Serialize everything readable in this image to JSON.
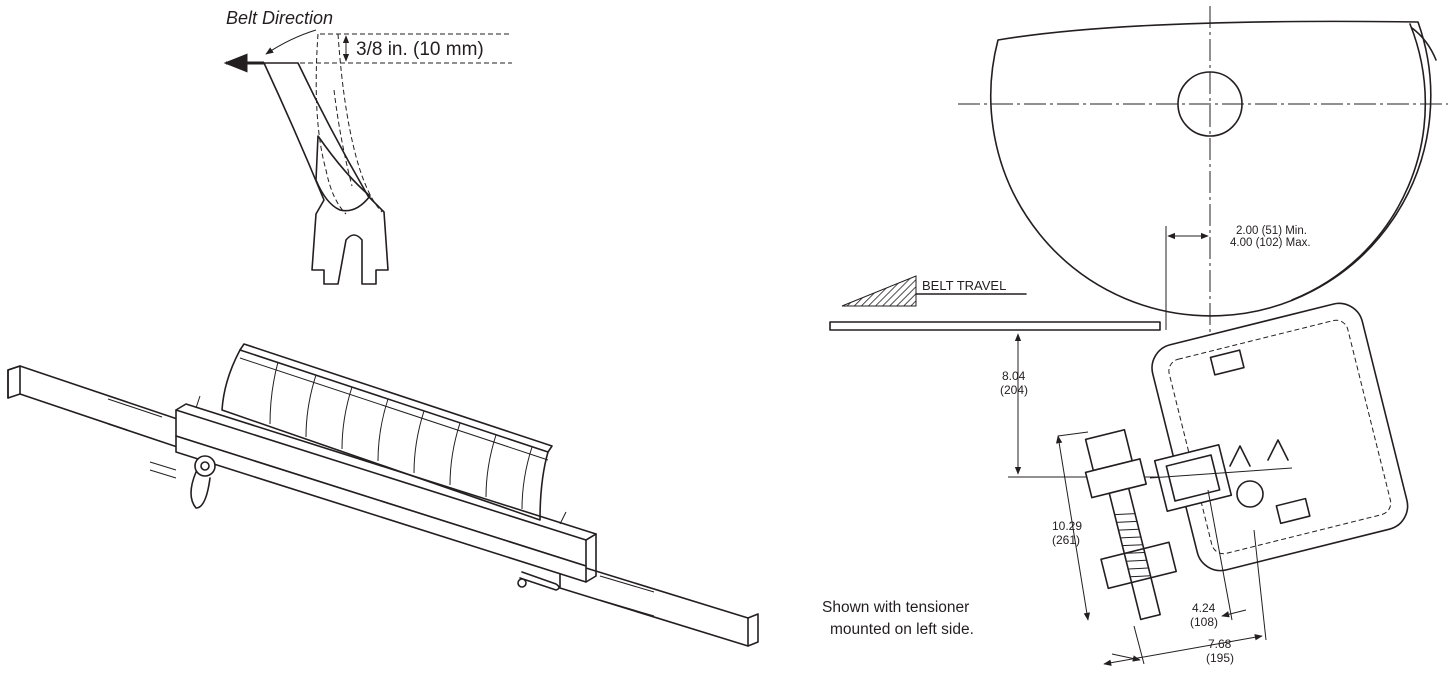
{
  "blade_detail": {
    "direction_label": "Belt Direction",
    "offset_label": "3/8 in. (10 mm)"
  },
  "side_view": {
    "belt_travel_label": "BELT TRAVEL",
    "dim_clearance_min": "2.00 (51) Min.",
    "dim_clearance_max": "4.00 (102) Max.",
    "dim_height": "8.04",
    "dim_height_mm": "(204)",
    "dim_spring": "10.29",
    "dim_spring_mm": "(261)",
    "dim_offset": "4.24",
    "dim_offset_mm": "(108)",
    "dim_width": "7.68",
    "dim_width_mm": "(195)",
    "note_line1": "Shown with tensioner",
    "note_line2": "mounted on left side."
  }
}
